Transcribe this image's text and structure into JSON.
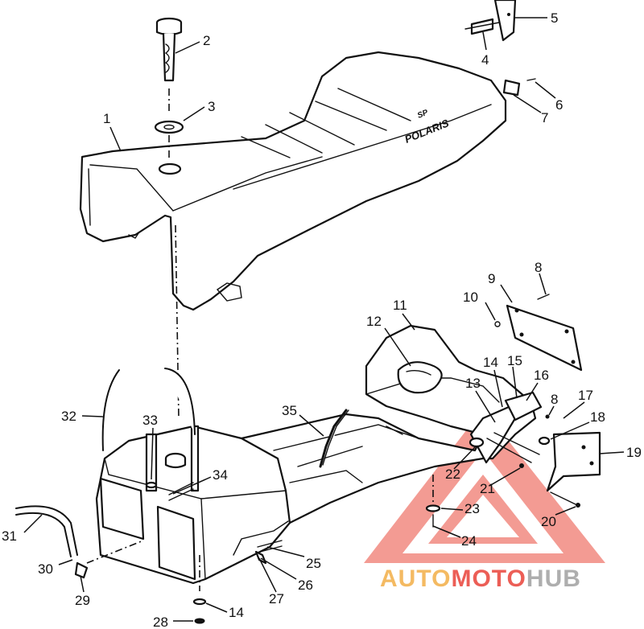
{
  "diagram": {
    "seat_brand": "POLARIS",
    "seat_model": "SP",
    "callouts": [
      {
        "id": "c1",
        "label": "1"
      },
      {
        "id": "c2",
        "label": "2"
      },
      {
        "id": "c3",
        "label": "3"
      },
      {
        "id": "c4",
        "label": "4"
      },
      {
        "id": "c5",
        "label": "5"
      },
      {
        "id": "c6",
        "label": "6"
      },
      {
        "id": "c7",
        "label": "7"
      },
      {
        "id": "c8a",
        "label": "8"
      },
      {
        "id": "c9",
        "label": "9"
      },
      {
        "id": "c10",
        "label": "10"
      },
      {
        "id": "c11",
        "label": "11"
      },
      {
        "id": "c12",
        "label": "12"
      },
      {
        "id": "c13",
        "label": "13"
      },
      {
        "id": "c14a",
        "label": "14"
      },
      {
        "id": "c15",
        "label": "15"
      },
      {
        "id": "c16",
        "label": "16"
      },
      {
        "id": "c8b",
        "label": "8"
      },
      {
        "id": "c17",
        "label": "17"
      },
      {
        "id": "c18",
        "label": "18"
      },
      {
        "id": "c19",
        "label": "19"
      },
      {
        "id": "c20",
        "label": "20"
      },
      {
        "id": "c21",
        "label": "21"
      },
      {
        "id": "c22",
        "label": "22"
      },
      {
        "id": "c23",
        "label": "23"
      },
      {
        "id": "c24",
        "label": "24"
      },
      {
        "id": "c25",
        "label": "25"
      },
      {
        "id": "c26",
        "label": "26"
      },
      {
        "id": "c27",
        "label": "27"
      },
      {
        "id": "c14b",
        "label": "14"
      },
      {
        "id": "c28",
        "label": "28"
      },
      {
        "id": "c29",
        "label": "29"
      },
      {
        "id": "c30",
        "label": "30"
      },
      {
        "id": "c31",
        "label": "31"
      },
      {
        "id": "c32",
        "label": "32"
      },
      {
        "id": "c33",
        "label": "33"
      },
      {
        "id": "c34",
        "label": "34"
      },
      {
        "id": "c35",
        "label": "35"
      }
    ]
  },
  "watermark": {
    "part1": "AUTO",
    "part2": "MOTO",
    "part3": "HUB",
    "color_orange": "#f2a93b",
    "color_red": "#e8372d",
    "color_gray": "#9a9a9a"
  }
}
